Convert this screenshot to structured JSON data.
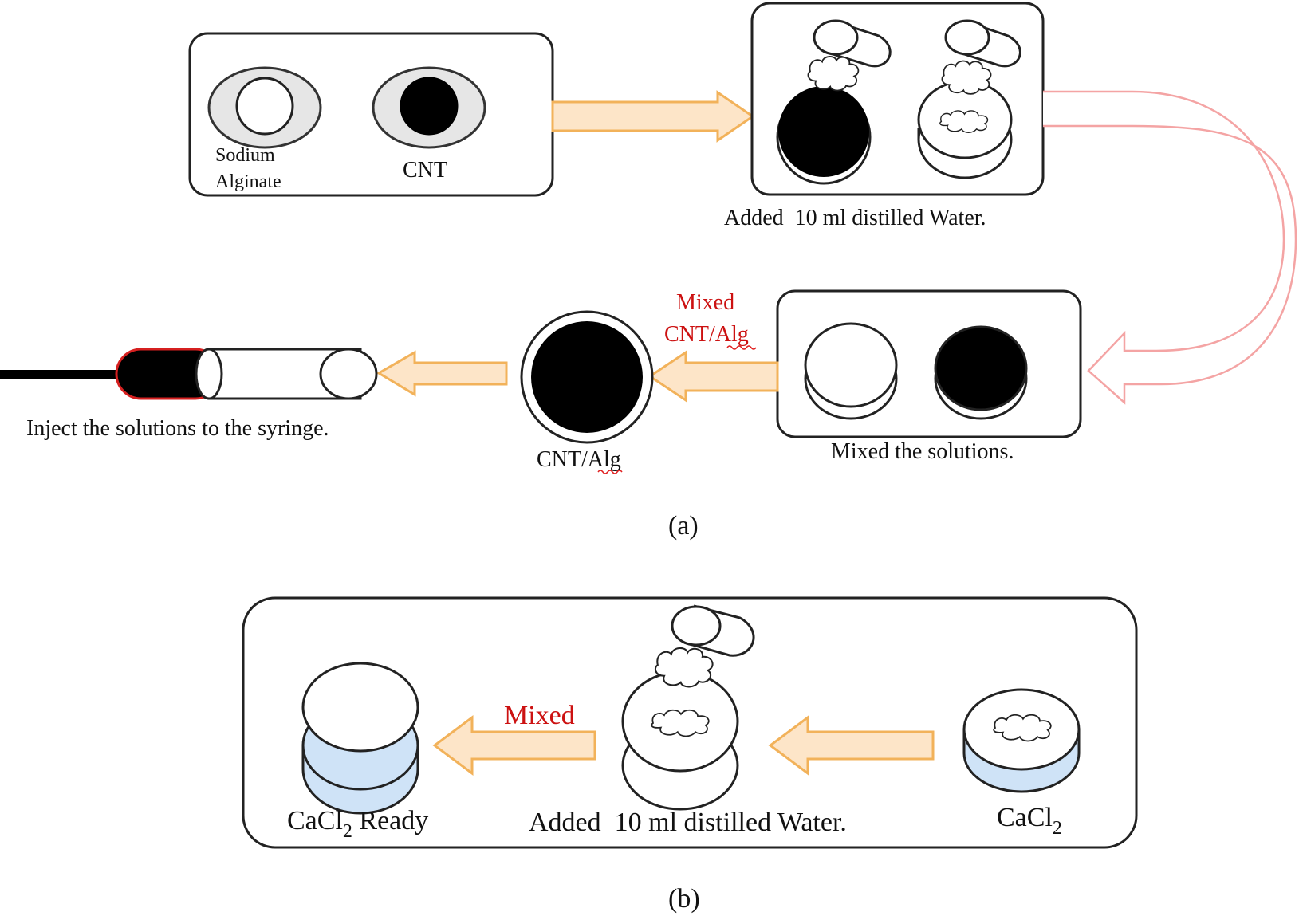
{
  "colors": {
    "box_stroke": "#222222",
    "arrow_fill": "#fde5c8",
    "arrow_stroke": "#f2b25a",
    "curved_arrow_stroke": "#f4a4a4",
    "red_text": "#cc1111",
    "solution_blue": "#cfe3f7",
    "syringe_red": "#d62020",
    "squiggle_red": "#e02020",
    "ink": "#000000"
  },
  "panel_a": {
    "sodium_alginate_line1": "Sodium",
    "sodium_alginate_line2": "Alginate",
    "cnt_label": "CNT",
    "added_water_label": "Added  10 ml distilled Water.",
    "mixed_label_line1": "Mixed",
    "mixed_label_line2": "CNT/Alg",
    "mixed_solutions_label": "Mixed the solutions.",
    "cnt_alg_label": "CNT/Alg",
    "inject_label": "Inject the solutions to the syringe.",
    "caption": "(a)"
  },
  "panel_b": {
    "cacl2_ready_prefix": "CaCl",
    "cacl2_ready_sub": "2",
    "cacl2_ready_suffix": " Ready",
    "mixed_label": "Mixed",
    "added_water_label": "Added  10 ml distilled Water.",
    "cacl2_prefix": "CaCl",
    "cacl2_sub": "2",
    "caption": "(b)"
  },
  "icons": [
    "powder-dish-icon",
    "beaker-icon",
    "powder-pile-icon",
    "syringe-icon",
    "arrow-icon",
    "curved-arrow-icon"
  ]
}
